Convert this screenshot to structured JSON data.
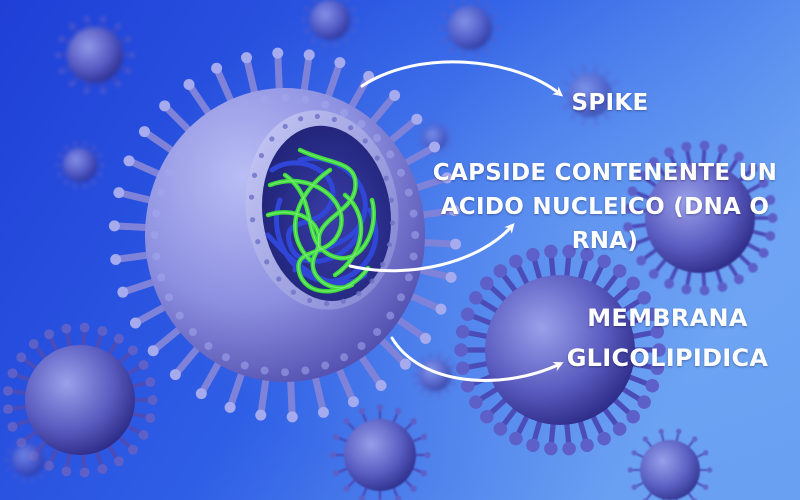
{
  "labels": {
    "spike": "SPIKE",
    "capsid": "CAPSIDE CONTENENTE UN ACIDO NUCLEICO (DNA O RNA)",
    "membrane": "MEMBRANA GLICOLIPIDICA"
  },
  "colors": {
    "background_dark": "#1f3fd6",
    "background_light": "#6aa0f2",
    "virus_body": "#8c8fe0",
    "virus_shadow": "#4a46a8",
    "rna_green": "#3ddc3a",
    "dna_blue": "#2f46d8",
    "arrow": "#ffffff",
    "text": "#ffffff"
  },
  "icons": [
    "virus-illustration",
    "arrow-right-icon"
  ]
}
